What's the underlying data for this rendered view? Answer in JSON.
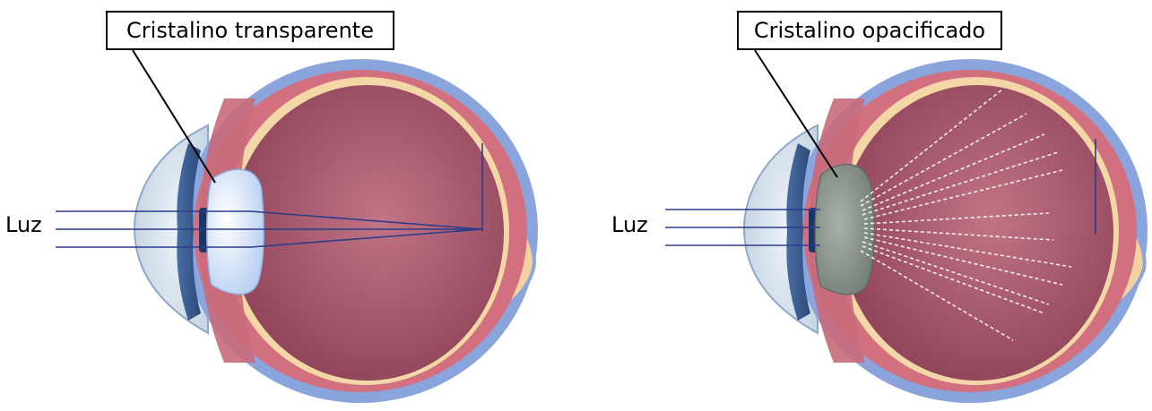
{
  "left_eye": {
    "callout": "Cristalino transparente",
    "light_label": "Luz"
  },
  "right_eye": {
    "callout": "Cristalino opacificado",
    "light_label": "Luz"
  },
  "colors": {
    "sclera_blue": "#8aa4dc",
    "choroid_red": "#d27080",
    "retina_yellow": "#f3d7a6",
    "vitreous": "#a6566b",
    "lens_clear": "#e7f1ff",
    "lens_cloudy": "#8d9a8f",
    "light_ray": "#2b3c8a"
  }
}
